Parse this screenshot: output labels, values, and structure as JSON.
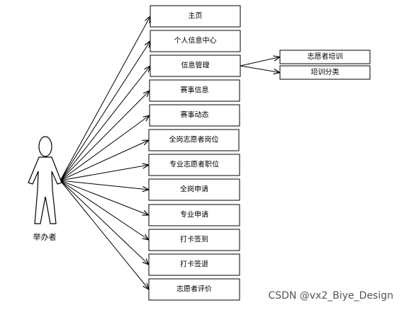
{
  "actor": {
    "label": "举办者"
  },
  "functions": [
    {
      "id": "home",
      "label": "主页"
    },
    {
      "id": "personal-info-center",
      "label": "个人信息中心"
    },
    {
      "id": "info-management",
      "label": "信息管理"
    },
    {
      "id": "event-info",
      "label": "赛事信息"
    },
    {
      "id": "event-news",
      "label": "赛事动态"
    },
    {
      "id": "general-volunteer-post",
      "label": "全岗志愿者岗位"
    },
    {
      "id": "professional-volunteer-post",
      "label": "专业志愿者职位"
    },
    {
      "id": "general-application",
      "label": "全岗申请"
    },
    {
      "id": "professional-application",
      "label": "专业申请"
    },
    {
      "id": "clock-in",
      "label": "打卡签到"
    },
    {
      "id": "clock-out",
      "label": "打卡签退"
    },
    {
      "id": "volunteer-evaluation",
      "label": "志愿者评价"
    }
  ],
  "sub_functions": [
    {
      "id": "volunteer-training",
      "parent": "info-management",
      "label": "志愿者培训"
    },
    {
      "id": "training-category",
      "parent": "info-management",
      "label": "培训分类"
    }
  ],
  "watermark": "CSDN @vx2_Biye_Design"
}
